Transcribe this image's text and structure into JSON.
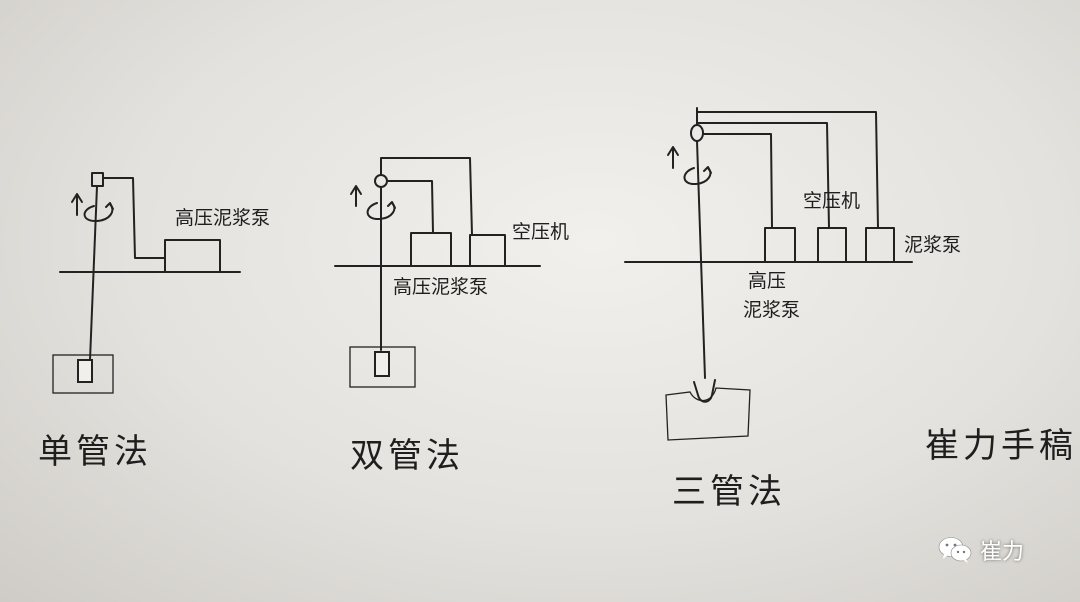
{
  "single_tube": {
    "pump_label": "高压泥浆泵",
    "method_label": "单管法"
  },
  "double_tube": {
    "compressor_label": "空压机",
    "pump_label": "高压泥浆泵",
    "method_label": "双管法"
  },
  "triple_tube": {
    "compressor_label": "空压机",
    "mud_pump_label": "泥浆泵",
    "hp_pump_label_line1": "高压",
    "hp_pump_label_line2": "泥浆泵",
    "method_label": "三管法"
  },
  "signature": "崔力手稿",
  "watermark": {
    "text": "崔力",
    "icon": "wechat-icon"
  }
}
